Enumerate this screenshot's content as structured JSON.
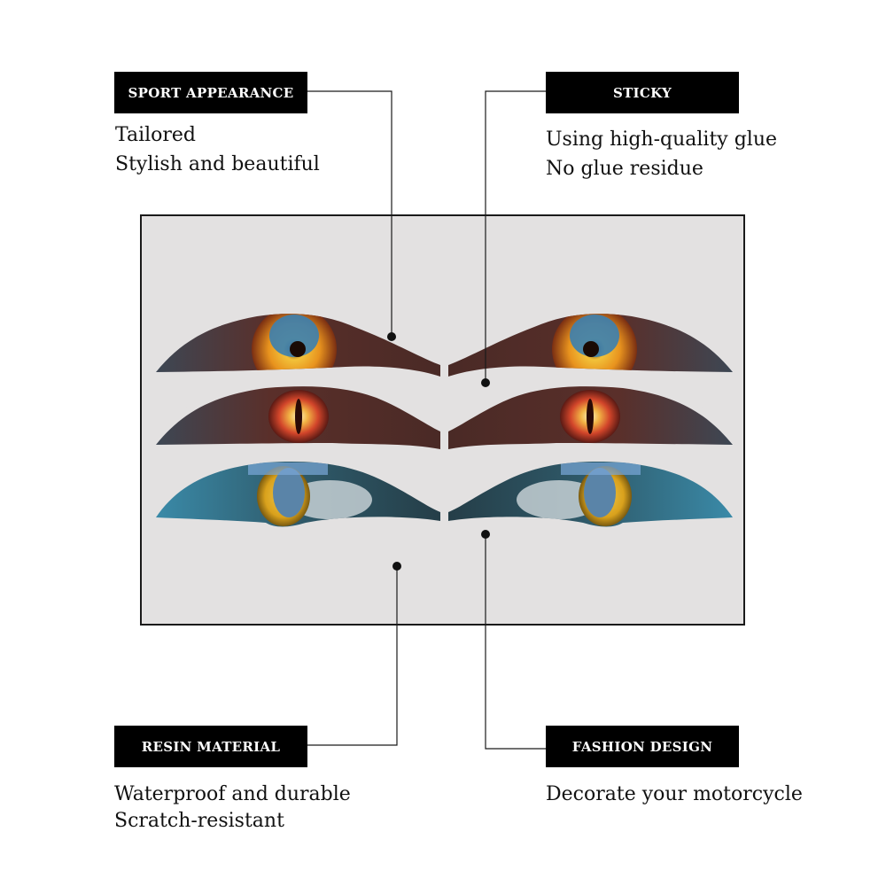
{
  "callouts": {
    "sport": {
      "title": "SPORT APPEARANCE",
      "lines": [
        "Tailored",
        "Stylish and beautiful"
      ]
    },
    "sticky": {
      "title": "STICKY",
      "lines": [
        "Using high-quality glue",
        "No glue residue"
      ]
    },
    "resin": {
      "title": "RESIN MATERIAL",
      "lines": [
        "Waterproof and durable",
        "Scratch-resistant"
      ]
    },
    "fashion": {
      "title": "FASHION DESIGN",
      "lines": [
        "Decorate your motorcycle"
      ]
    }
  },
  "colors": {
    "panel_bg": "#e3e1e1",
    "label_bg": "#000000",
    "label_text": "#ffffff",
    "eye_orange": "#e8931e",
    "eye_red": "#d2452a",
    "eye_yellow": "#d9a11c",
    "skin_dark_brown": "#4a2a26",
    "skin_teal": "#2f5a6a"
  },
  "product": {
    "sticker_rows": [
      {
        "name": "orange-iris",
        "iris_color": "#e8931e"
      },
      {
        "name": "red-slit",
        "iris_color": "#d2452a"
      },
      {
        "name": "yellow-cat",
        "iris_color": "#d9a11c"
      }
    ]
  }
}
